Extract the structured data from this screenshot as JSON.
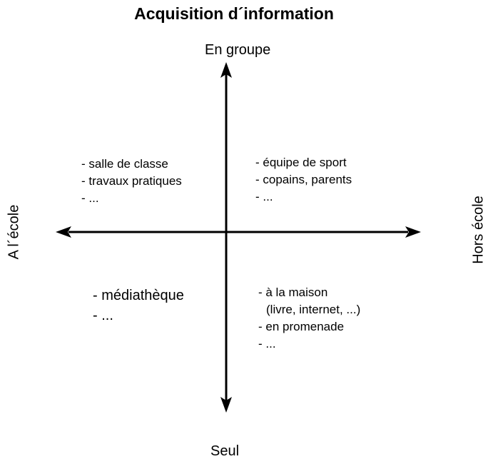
{
  "title": "Acquisition d´information",
  "axes": {
    "top": "En groupe",
    "bottom": "Seul",
    "left": "A l´école",
    "right": "Hors école"
  },
  "quadrants": {
    "top_left": [
      "- salle de classe",
      "- travaux pratiques",
      "- ..."
    ],
    "top_right": [
      "- équipe de sport",
      "- copains, parents",
      "- ..."
    ],
    "bottom_left": [
      "- médiathèque",
      "- ..."
    ],
    "bottom_right": [
      "- à la maison",
      "(livre, internet, ...)",
      "- en promenade",
      "- ..."
    ]
  },
  "colors": {
    "foreground": "#000000",
    "background": "#ffffff"
  }
}
